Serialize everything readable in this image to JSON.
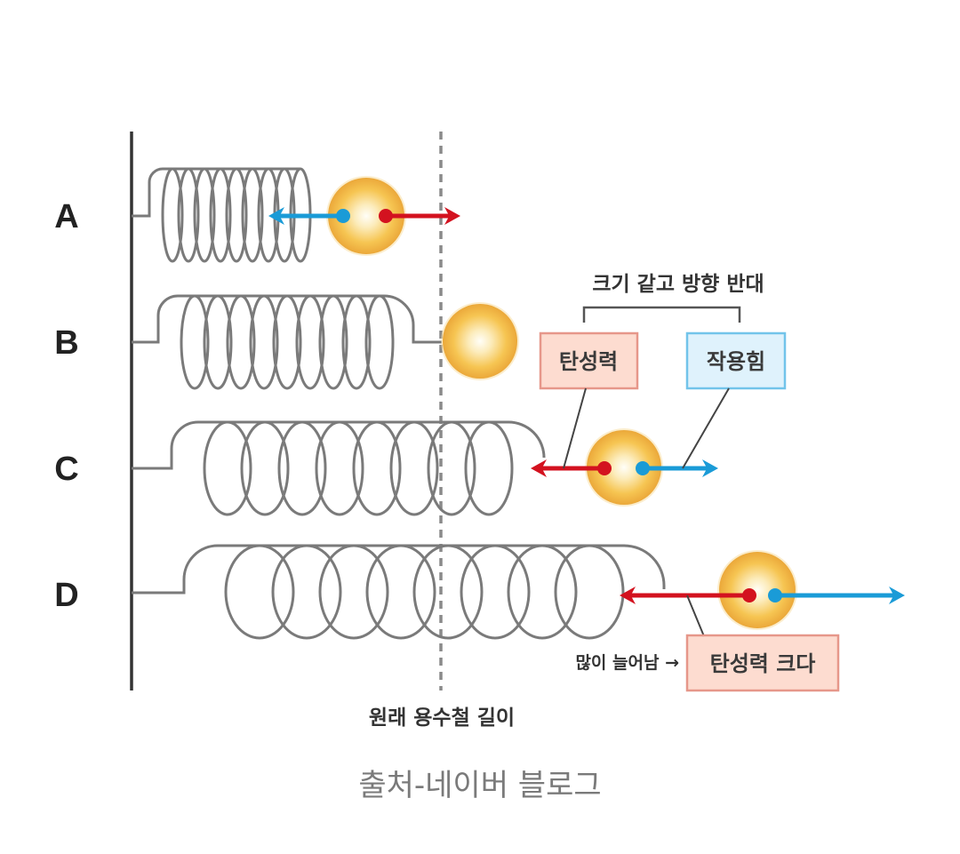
{
  "rows": [
    {
      "label": "A",
      "state": "compressed"
    },
    {
      "label": "B",
      "state": "original"
    },
    {
      "label": "C",
      "state": "stretched"
    },
    {
      "label": "D",
      "state": "stretched-more"
    }
  ],
  "annotations": {
    "equal_opposite": "크기 같고 방향 반대",
    "elastic_force": "탄성력",
    "applied_force": "작용힘",
    "stretched_a_lot": "많이 늘어남 →",
    "elastic_force_large": "탄성력 크다",
    "original_length": "원래 용수철 길이"
  },
  "caption": "출처-네이버 블로그",
  "colors": {
    "elastic_force": "#d3121f",
    "applied_force": "#1a9bd7",
    "spring": "#7a7a7a",
    "ball_edge": "#eba83a",
    "ball_mid": "#f6c552",
    "elastic_box_fill": "#fddcd0",
    "elastic_box_border": "#e6978a",
    "applied_box_fill": "#dff2fc",
    "applied_box_border": "#72c4ea"
  }
}
